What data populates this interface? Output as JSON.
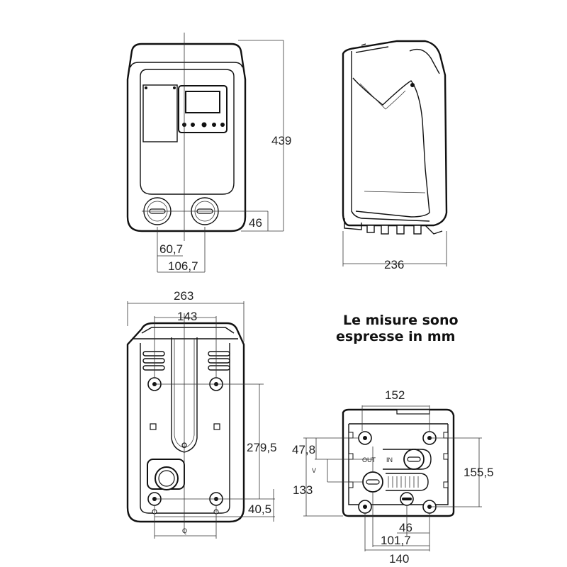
{
  "note": {
    "line1": "Le misure sono",
    "line2": "espresse in mm"
  },
  "front_view": {
    "dim_height": "439",
    "dim_left_port": "60,7",
    "dim_right_port": "106,7",
    "dim_port_height": "46"
  },
  "side_view": {
    "dim_depth": "236"
  },
  "back_view": {
    "dim_width": "263",
    "dim_hole_spacing": "143",
    "dim_hole_height": "279,5",
    "dim_bottom_hole": "40,5",
    "label_q": "Q"
  },
  "bottom_view": {
    "dim_top_spacing": "152",
    "dim_right_height": "155,5",
    "dim_left_height": "133",
    "dim_left_top": "47,8",
    "dim_46": "46",
    "dim_101": "101,7",
    "dim_140": "140",
    "label_v": "V",
    "label_out": "OUT",
    "label_in": "IN"
  }
}
